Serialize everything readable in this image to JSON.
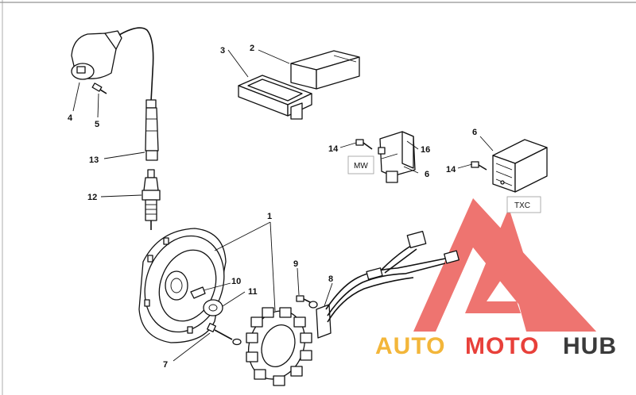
{
  "callouts": [
    "1",
    "2",
    "3",
    "4",
    "5",
    "6",
    "6",
    "7",
    "8",
    "9",
    "10",
    "11",
    "12",
    "13",
    "14",
    "14",
    "16"
  ],
  "box_labels": {
    "mw": "MW",
    "txc": "TXC"
  },
  "watermark": {
    "word_a": "AUTO",
    "word_b": "MOTO",
    "word_c": "HUB",
    "colors": {
      "auto": "#f3b63a",
      "moto": "#e8403a",
      "hub": "#3a3a3a",
      "triangle": "#e8403a"
    }
  }
}
